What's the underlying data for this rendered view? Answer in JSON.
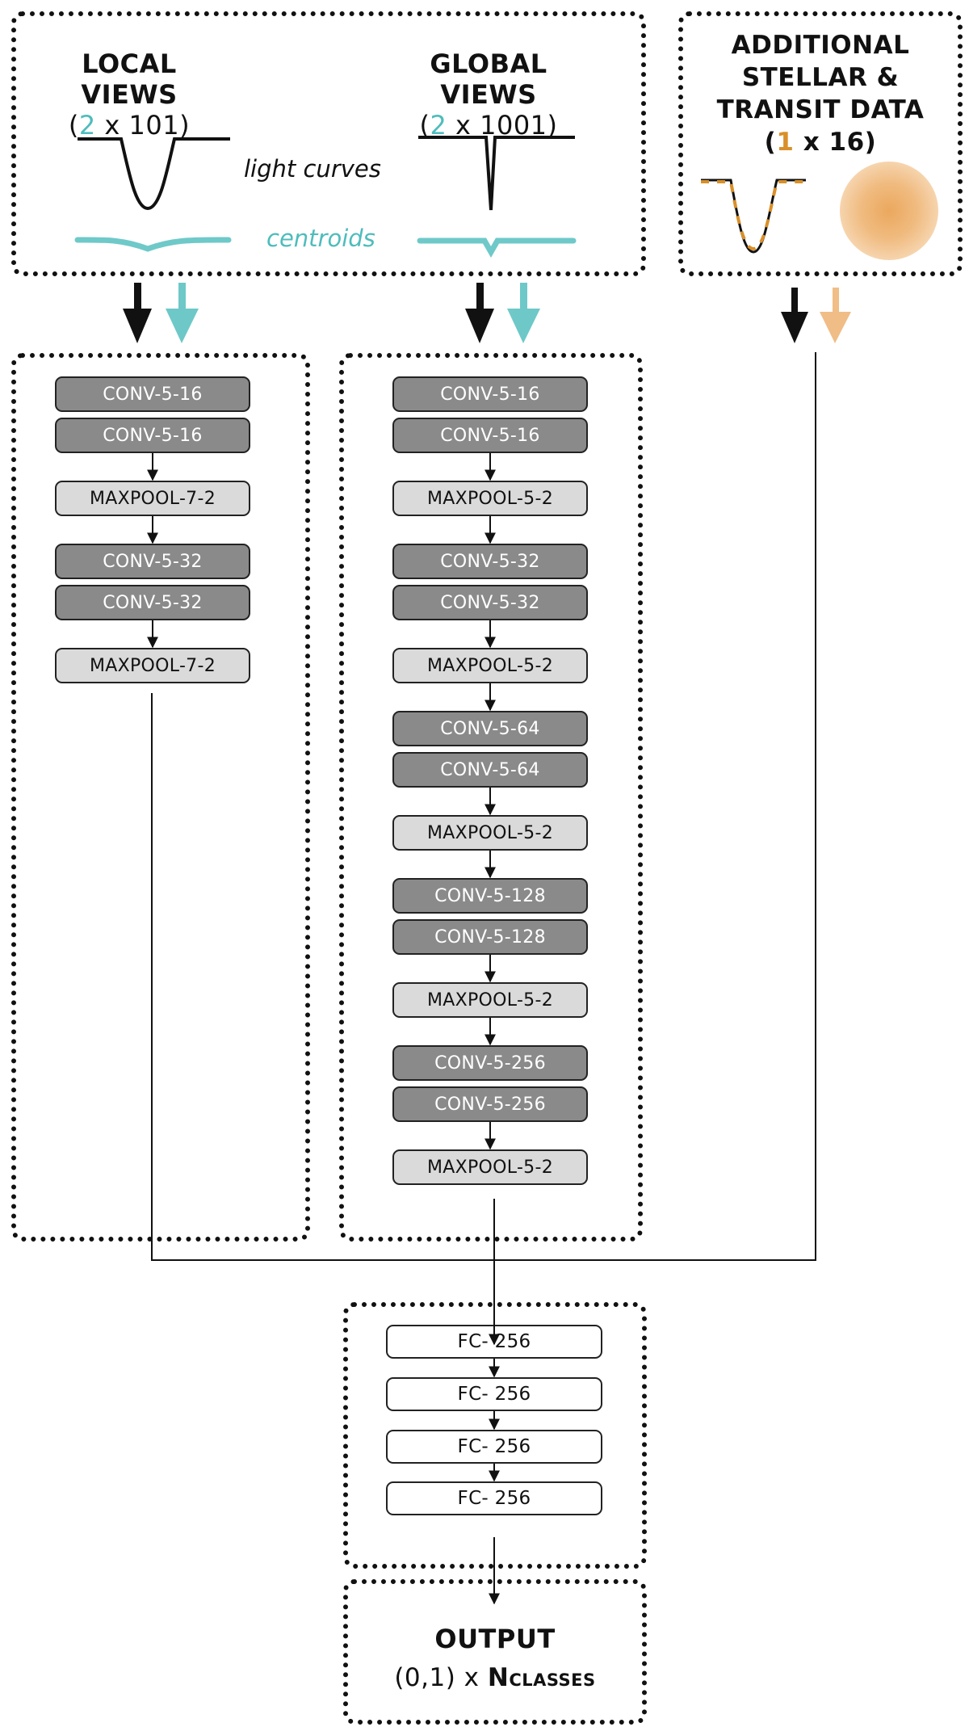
{
  "inputs": {
    "local": {
      "title": "LOCAL VIEWS",
      "dim_open": "(",
      "dim_channels": "2",
      "dim_rest": " x 101)"
    },
    "global": {
      "title": "GLOBAL VIEWS",
      "dim_open": "(",
      "dim_channels": "2",
      "dim_rest": " x 1001)"
    },
    "light_curves_label": "light curves",
    "centroids_label": "centroids",
    "additional": {
      "line1": "ADDITIONAL",
      "line2": "STELLAR &",
      "line3": "TRANSIT DATA",
      "dim_open": "(",
      "dim_channels": "1",
      "dim_rest": " x 16)"
    }
  },
  "colors": {
    "teal": "#4fbcbc",
    "orange": "#d9902a",
    "conv_fill": "#8a8a8a",
    "pool_fill": "#dadada"
  },
  "local_column": [
    {
      "type": "conv",
      "label": "CONV-5-16"
    },
    {
      "type": "conv",
      "label": "CONV-5-16"
    },
    {
      "type": "pool",
      "label": "MAXPOOL-7-2"
    },
    {
      "type": "conv",
      "label": "CONV-5-32"
    },
    {
      "type": "conv",
      "label": "CONV-5-32"
    },
    {
      "type": "pool",
      "label": "MAXPOOL-7-2"
    }
  ],
  "global_column": [
    {
      "type": "conv",
      "label": "CONV-5-16"
    },
    {
      "type": "conv",
      "label": "CONV-5-16"
    },
    {
      "type": "pool",
      "label": "MAXPOOL-5-2"
    },
    {
      "type": "conv",
      "label": "CONV-5-32"
    },
    {
      "type": "conv",
      "label": "CONV-5-32"
    },
    {
      "type": "pool",
      "label": "MAXPOOL-5-2"
    },
    {
      "type": "conv",
      "label": "CONV-5-64"
    },
    {
      "type": "conv",
      "label": "CONV-5-64"
    },
    {
      "type": "pool",
      "label": "MAXPOOL-5-2"
    },
    {
      "type": "conv",
      "label": "CONV-5-128"
    },
    {
      "type": "conv",
      "label": "CONV-5-128"
    },
    {
      "type": "pool",
      "label": "MAXPOOL-5-2"
    },
    {
      "type": "conv",
      "label": "CONV-5-256"
    },
    {
      "type": "conv",
      "label": "CONV-5-256"
    },
    {
      "type": "pool",
      "label": "MAXPOOL-5-2"
    }
  ],
  "fc_layers": [
    {
      "label": "FC- 256"
    },
    {
      "label": "FC- 256"
    },
    {
      "label": "FC- 256"
    },
    {
      "label": "FC- 256"
    }
  ],
  "output": {
    "title": "OUTPUT",
    "range": "(0,1) x ",
    "n_big": "N",
    "n_small": "classes"
  }
}
